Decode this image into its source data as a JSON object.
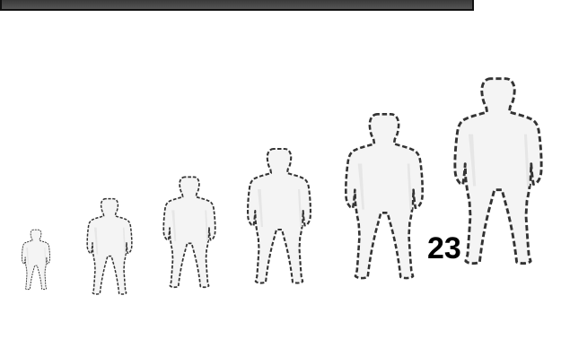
{
  "page_number": "23",
  "figures": [
    {
      "name": "figure-1"
    },
    {
      "name": "figure-2"
    },
    {
      "name": "figure-3"
    },
    {
      "name": "figure-4"
    },
    {
      "name": "figure-5"
    },
    {
      "name": "figure-6"
    }
  ],
  "colors": {
    "background": "#ffffff",
    "figure_fill": "#f4f4f4",
    "figure_outline": "#333333",
    "top_bar": "#444444"
  }
}
